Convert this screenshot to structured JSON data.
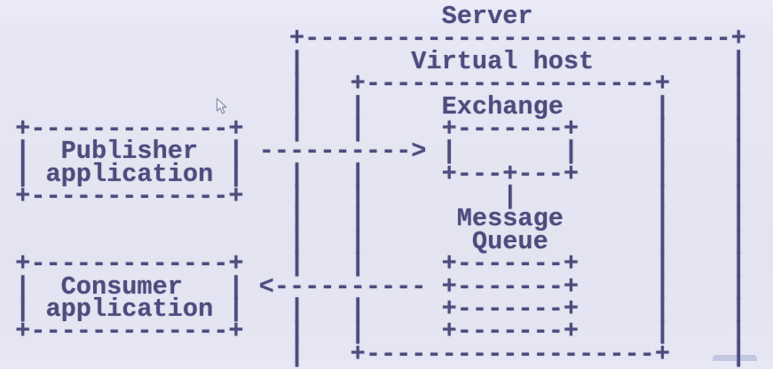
{
  "colors": {
    "background": "#e7e7f5",
    "ink": "#4c4c7e"
  },
  "diagram": {
    "ascii_lines": [
      "                             Server",
      "                   +----------------------------+",
      "                   |       Virtual host         |",
      "                   |   +-------------------+    |",
      "                   |   |     Exchange      |    |",
      " +-------------+   |   |     +-------+     |    |",
      " |  Publisher  | ----------> |       |     |    |",
      " | application |   |   |     +---+---+     |    |",
      " +-------------+   |   |         |         |    |",
      "                   |   |      Message      |    |",
      "                   |   |       Queue       |    |",
      " +-------------+   |   |     +-------+     |    |",
      " |  Consumer   | <---------- +-------+     |    |",
      " | application |   |   |     +-------+     |    |",
      " +-------------+   |   |     +-------+     |    |",
      "                   |   +-------------------+    |"
    ],
    "semantics": {
      "nodes": [
        "Publisher application",
        "Consumer application",
        "Server",
        "Virtual host",
        "Exchange",
        "Message Queue"
      ],
      "edges": [
        {
          "from": "Publisher application",
          "to": "Exchange",
          "arrow": "---------->"
        },
        {
          "from": "Message Queue",
          "to": "Consumer application",
          "arrow": "<----------"
        }
      ]
    }
  }
}
